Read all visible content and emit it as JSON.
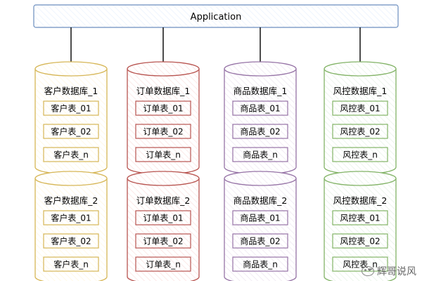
{
  "app_label": "Application",
  "colors": {
    "app_fill": "#dae8fc",
    "app_stroke": "#6c8ebf",
    "arrow": "#000000"
  },
  "columns": [
    {
      "key": "customer",
      "stroke": "#d6b656",
      "fill": "#fff2cc",
      "databases": [
        {
          "name": "客户数据库_1",
          "tables": [
            "客户表_01",
            "客户表_02",
            "客户表_n"
          ]
        },
        {
          "name": "客户数据库_2",
          "tables": [
            "客户表_01",
            "客户表_02",
            "客户表_n"
          ]
        }
      ]
    },
    {
      "key": "order",
      "stroke": "#b85450",
      "fill": "#f8cecc",
      "databases": [
        {
          "name": "订单数据库_1",
          "tables": [
            "订单表_01",
            "订单表_02",
            "订单表_n"
          ]
        },
        {
          "name": "订单数据库_2",
          "tables": [
            "订单表_01",
            "订单表_02",
            "订单表_n"
          ]
        }
      ]
    },
    {
      "key": "product",
      "stroke": "#9673a6",
      "fill": "#e1d5e7",
      "databases": [
        {
          "name": "商品数据库_1",
          "tables": [
            "商品表_01",
            "商品表_02",
            "商品表_n"
          ]
        },
        {
          "name": "商品数据库_2",
          "tables": [
            "商品表_01",
            "商品表_02",
            "商品表_n"
          ]
        }
      ]
    },
    {
      "key": "risk",
      "stroke": "#82b366",
      "fill": "#d5e8d4",
      "databases": [
        {
          "name": "风控数据库_1",
          "tables": [
            "风控表_01",
            "风控表_02",
            "风控表_n"
          ]
        },
        {
          "name": "风控数据库_2",
          "tables": [
            "风控表_01",
            "风控表_02",
            "风控表_n"
          ]
        }
      ]
    }
  ],
  "watermark": {
    "icon": "wechat-icon",
    "text": "辉哥说风"
  }
}
